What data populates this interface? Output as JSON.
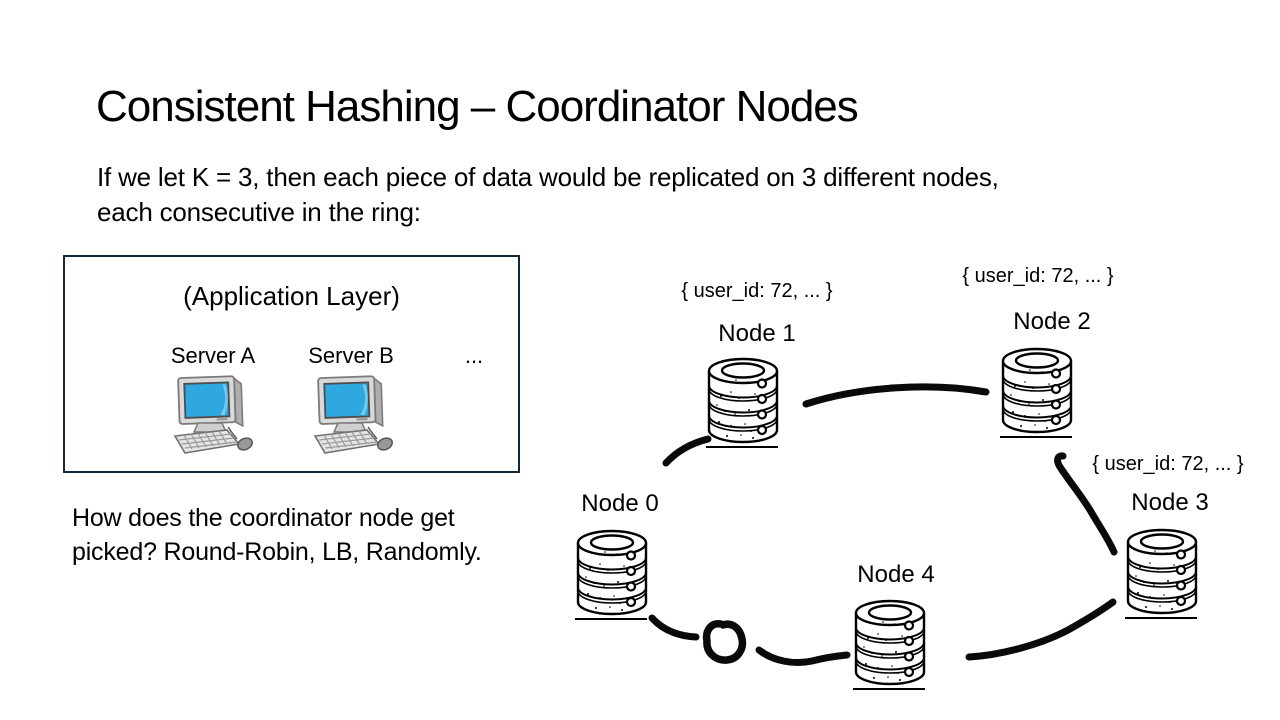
{
  "slide": {
    "title": "Consistent Hashing – Coordinator Nodes",
    "subtitle": "If we let K = 3, then each piece of data would be replicated on 3 different nodes,\neach consecutive in the ring:",
    "question": "How does the coordinator node get\npicked? Round-Robin, LB, Randomly."
  },
  "app_layer": {
    "title": "(Application Layer)",
    "servers": [
      {
        "label": "Server A"
      },
      {
        "label": "Server B"
      }
    ],
    "ellipsis": "..."
  },
  "ring": {
    "nodes": [
      {
        "label": "Node 0",
        "annotation": ""
      },
      {
        "label": "Node 1",
        "annotation": "{ user_id: 72, ... }"
      },
      {
        "label": "Node 2",
        "annotation": "{ user_id: 72, ... }"
      },
      {
        "label": "Node 3",
        "annotation": "{ user_id: 72, ... }"
      },
      {
        "label": "Node 4",
        "annotation": ""
      }
    ]
  },
  "icons": {
    "node": "database-icon",
    "server": "desktop-computer-icon"
  },
  "colors": {
    "background": "#ffffff",
    "text": "#000000",
    "box_border": "#10293a",
    "hand_stroke": "#0a0a0a",
    "screen_blue": "#2fa8e0"
  }
}
